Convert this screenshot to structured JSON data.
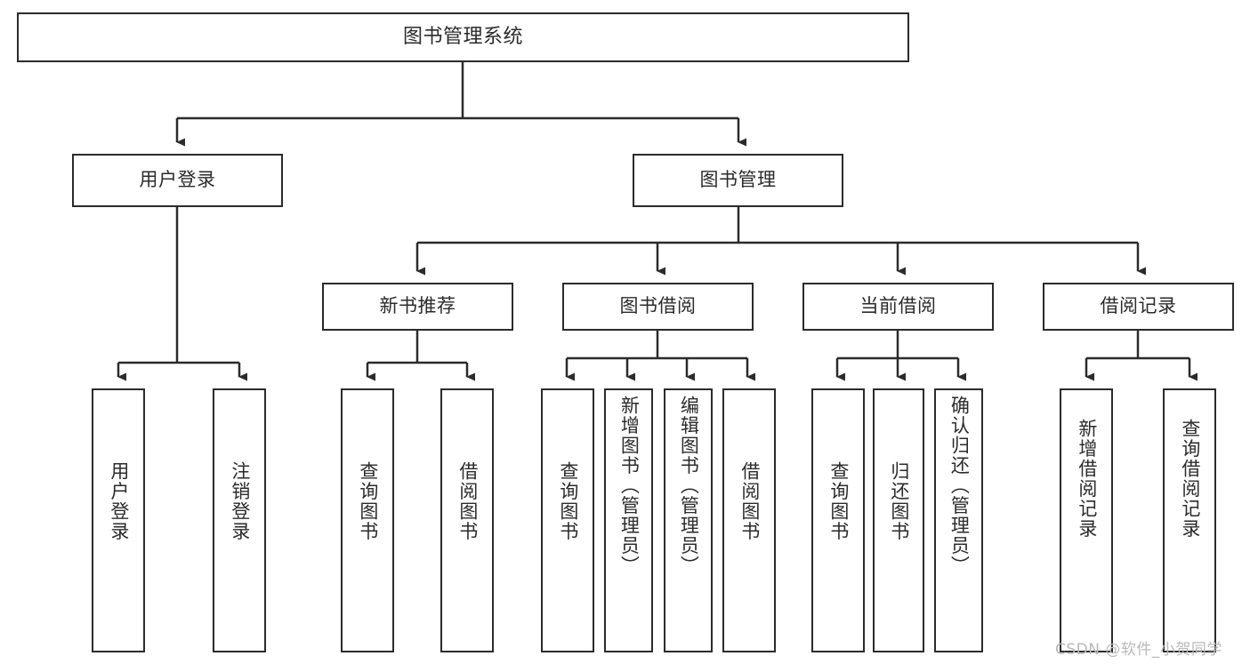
{
  "diagram": {
    "type": "tree",
    "title": "图书管理系统",
    "watermark": "CSDN @软件_小贺同学",
    "colors": {
      "node_border": "#2b2b2b",
      "node_fill": "#ffffff",
      "edge": "#2b2b2b",
      "background": "#ffffff",
      "watermark": "#b9b9b9"
    },
    "nodes": {
      "root": {
        "label": "图书管理系统",
        "orientation": "horizontal"
      },
      "level2": [
        {
          "label": "用户登录",
          "orientation": "horizontal"
        },
        {
          "label": "图书管理",
          "orientation": "horizontal"
        }
      ],
      "level3": [
        {
          "label": "新书推荐",
          "orientation": "horizontal"
        },
        {
          "label": "图书借阅",
          "orientation": "horizontal"
        },
        {
          "label": "当前借阅",
          "orientation": "horizontal"
        },
        {
          "label": "借阅记录",
          "orientation": "horizontal"
        }
      ],
      "leaves_user_login": [
        {
          "label": "用户登录",
          "orientation": "vertical"
        },
        {
          "label": "注销登录",
          "orientation": "vertical"
        }
      ],
      "leaves_new_book": [
        {
          "label": "查询图书",
          "orientation": "vertical"
        },
        {
          "label": "借阅图书",
          "orientation": "vertical"
        }
      ],
      "leaves_borrow": [
        {
          "label": "查询图书",
          "orientation": "vertical"
        },
        {
          "label": "新增图书（管理员）",
          "orientation": "vertical"
        },
        {
          "label": "编辑图书（管理员）",
          "orientation": "vertical"
        },
        {
          "label": "借阅图书",
          "orientation": "vertical"
        }
      ],
      "leaves_current": [
        {
          "label": "查询图书",
          "orientation": "vertical"
        },
        {
          "label": "归还图书",
          "orientation": "vertical"
        },
        {
          "label": "确认归还（管理员）",
          "orientation": "vertical"
        }
      ],
      "leaves_records": [
        {
          "label": "新增借阅记录",
          "orientation": "vertical"
        },
        {
          "label": "查询借阅记录",
          "orientation": "vertical"
        }
      ]
    },
    "edges": [
      {
        "from": "图书管理系统",
        "to": "用户登录"
      },
      {
        "from": "图书管理系统",
        "to": "图书管理"
      },
      {
        "from": "图书管理",
        "to": "新书推荐"
      },
      {
        "from": "图书管理",
        "to": "图书借阅"
      },
      {
        "from": "图书管理",
        "to": "当前借阅"
      },
      {
        "from": "图书管理",
        "to": "借阅记录"
      },
      {
        "from": "用户登录",
        "to": "用户登录"
      },
      {
        "from": "用户登录",
        "to": "注销登录"
      },
      {
        "from": "新书推荐",
        "to": "查询图书"
      },
      {
        "from": "新书推荐",
        "to": "借阅图书"
      },
      {
        "from": "图书借阅",
        "to": "查询图书"
      },
      {
        "from": "图书借阅",
        "to": "新增图书（管理员）"
      },
      {
        "from": "图书借阅",
        "to": "编辑图书（管理员）"
      },
      {
        "from": "图书借阅",
        "to": "借阅图书"
      },
      {
        "from": "当前借阅",
        "to": "查询图书"
      },
      {
        "from": "当前借阅",
        "to": "归还图书"
      },
      {
        "from": "当前借阅",
        "to": "确认归还（管理员）"
      },
      {
        "from": "借阅记录",
        "to": "新增借阅记录"
      },
      {
        "from": "借阅记录",
        "to": "查询借阅记录"
      }
    ]
  }
}
